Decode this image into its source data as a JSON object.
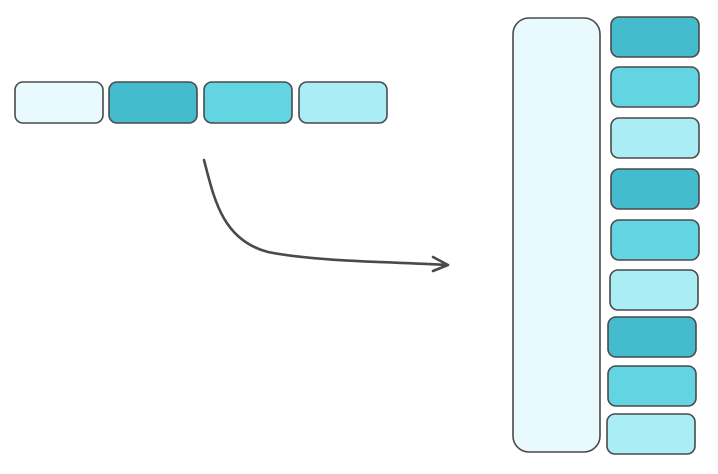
{
  "colors": {
    "stroke": "#4a4a4a",
    "lightest": "#e8fafd",
    "dark": "#45bccd",
    "mid": "#63d4e2",
    "light": "#aaedf4"
  },
  "row_blocks": [
    "lightest",
    "dark",
    "mid",
    "light"
  ],
  "column_blocks": [
    "dark",
    "mid",
    "light",
    "dark",
    "mid",
    "light",
    "dark",
    "mid",
    "light"
  ],
  "tall_block": "lightest"
}
